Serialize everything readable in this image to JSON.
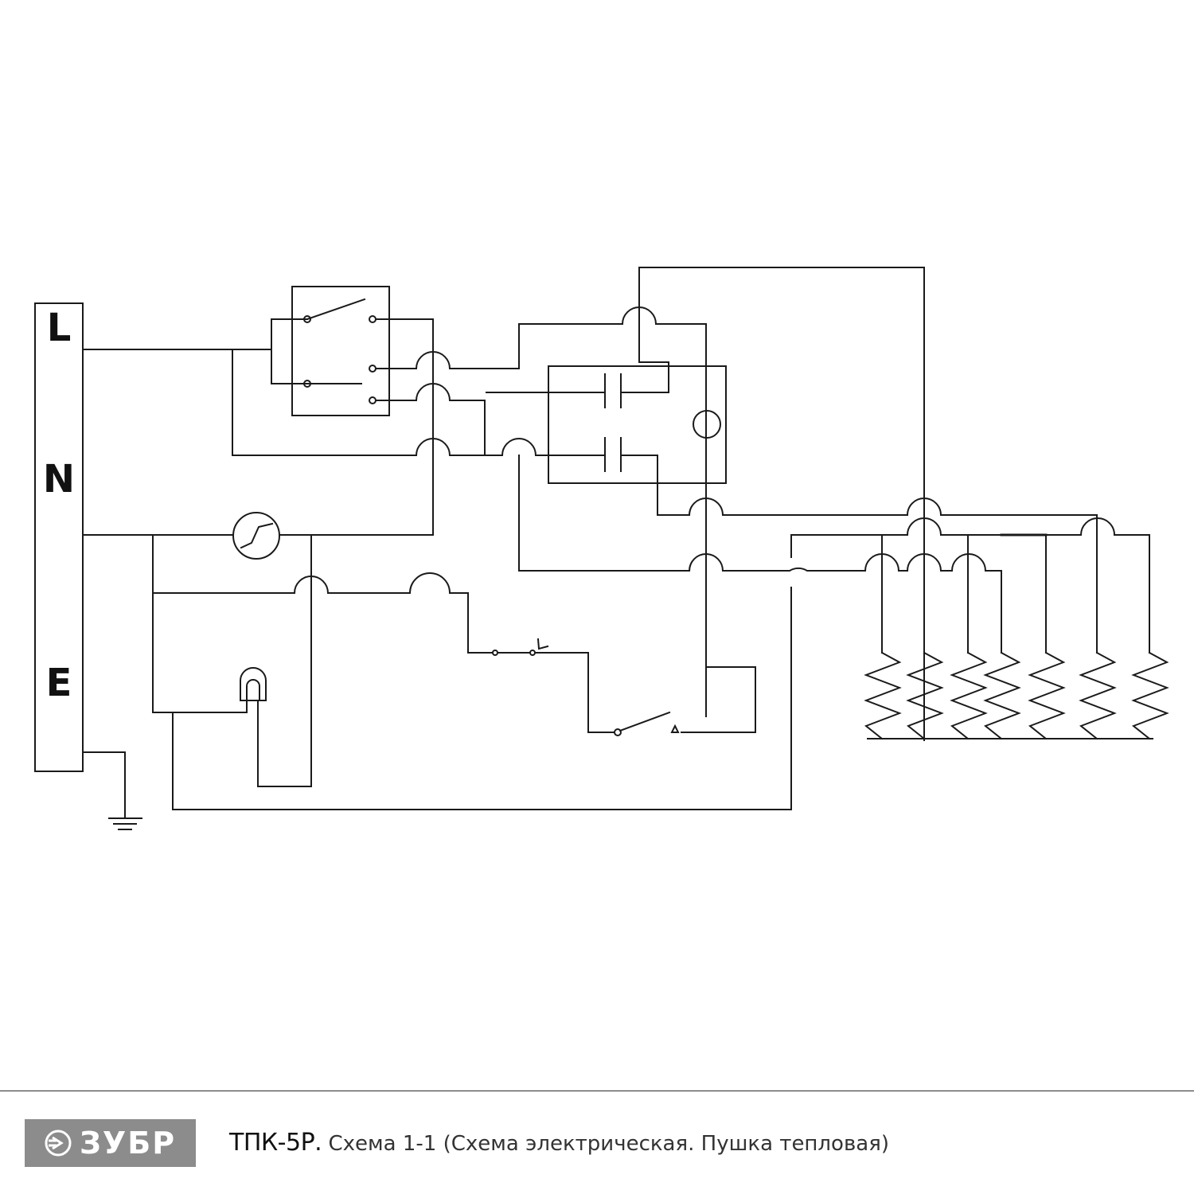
{
  "terminals": {
    "l": "L",
    "n": "N",
    "e": "E"
  },
  "footer": {
    "logo_text": "ЗУБР",
    "model": "ТПК-5Р.",
    "description": " Схема 1-1 (Схема электрическая. Пушка тепловая)"
  },
  "icons": {
    "logo": "zubr-logo-icon",
    "ground": "ground-icon"
  },
  "colors": {
    "line": "#1a1a1a",
    "logo_bg": "#8c8c8c"
  }
}
